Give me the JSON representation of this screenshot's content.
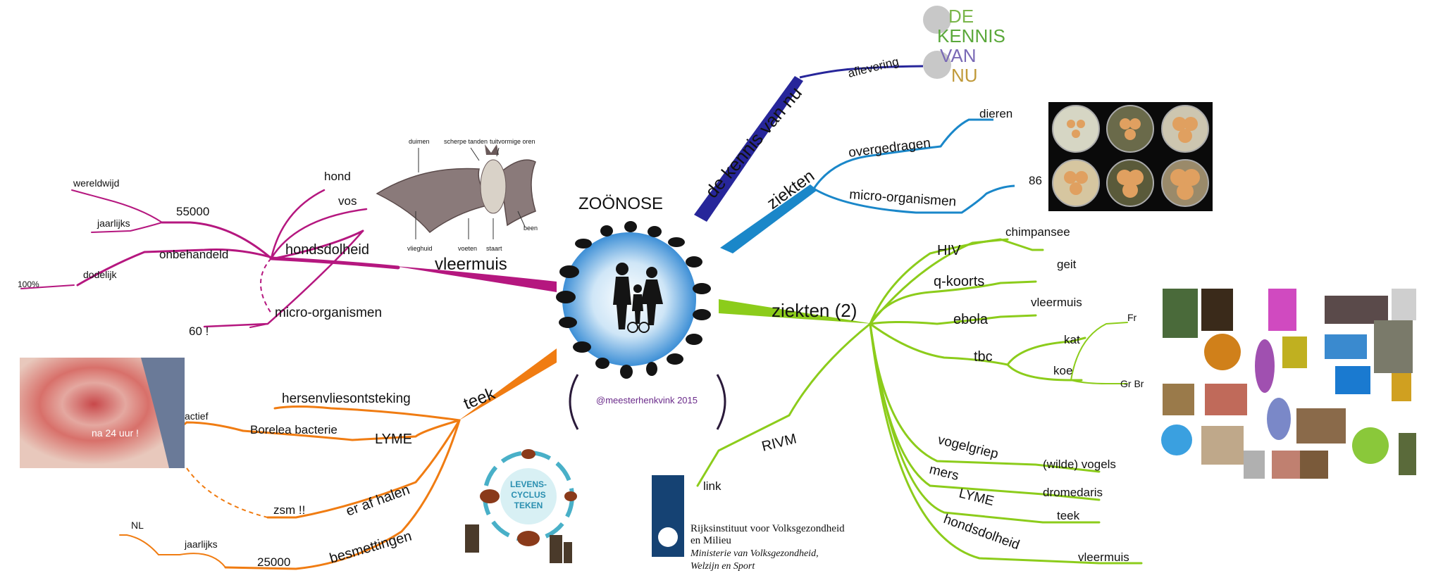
{
  "center": {
    "title": "ZOÖNOSE",
    "credit": "@meesterhenkvink 2015"
  },
  "colors": {
    "magenta": "#b5177f",
    "blue_dark": "#27269a",
    "blue": "#1a87c9",
    "green": "#8ccc1b",
    "orange": "#f07c12"
  },
  "branch_kennis": {
    "label": "de kennis van nu",
    "sub": "aflevering",
    "logo_lines": [
      "DE",
      "KENNIS",
      "VAN",
      "NU"
    ]
  },
  "branch_ziekten": {
    "label": "ziekten",
    "sub1": "overgedragen",
    "sub1_leaf": "dieren",
    "sub2": "micro-organismen",
    "sub2_leaf": "86"
  },
  "branch_ziekten2": {
    "label": "ziekten (2)",
    "hiv": "HIV",
    "hiv_leaf": "chimpansee",
    "qkoorts": "q-koorts",
    "qkoorts_leaf": "geit",
    "ebola": "ebola",
    "ebola_leaf": "vleermuis",
    "tbc": "tbc",
    "kat": "kat",
    "koe": "koe",
    "fr": "Fr",
    "grbr": "Gr Br",
    "rivm": "RIVM",
    "link": "link",
    "vogelgriep": "vogelgriep",
    "vogelgriep_leaf": "(wilde) vogels",
    "mers": "mers",
    "mers_leaf": "dromedaris",
    "lyme": "LYME",
    "lyme_leaf": "teek",
    "hondsdolheid": "hondsdolheid",
    "hondsdolheid_leaf": "vleermuis"
  },
  "branch_vleermuis": {
    "label": "vleermuis",
    "hondsdolheid": "hondsdolheid",
    "hond": "hond",
    "vos": "vos",
    "n55000": "55000",
    "wereldwijd": "wereldwijd",
    "jaarlijks": "jaarlijks",
    "onbehandeld": "onbehandeld",
    "dodelijk": "dodelijk",
    "pct": "100%",
    "micro": "micro-organismen",
    "sixty": "60 !",
    "bat_labels": [
      "duimen",
      "scherpe tanden",
      "tuitvormige oren",
      "been",
      "vlieghuid",
      "voeten",
      "staart"
    ]
  },
  "branch_teek": {
    "label": "teek",
    "hersen": "hersenvliesontsteking",
    "borelea": "Borelea bacterie",
    "lyme": "LYME",
    "actief": "actief",
    "na24": "na 24 uur !",
    "afhalen": "er af halen",
    "zsm": "zsm !!",
    "besmettingen": "besmettingen",
    "n25000": "25000",
    "jaarlijks": "jaarlijks",
    "nl": "NL",
    "cycle_title": [
      "LEVENS-",
      "CYCLUS",
      "TEKEN"
    ]
  },
  "rivm_logo": {
    "line1": "Rijksinstituut voor Volksgezondheid",
    "line2": "en Milieu",
    "line3": "Ministerie van Volksgezondheid,",
    "line4": "Welzijn en Sport"
  }
}
